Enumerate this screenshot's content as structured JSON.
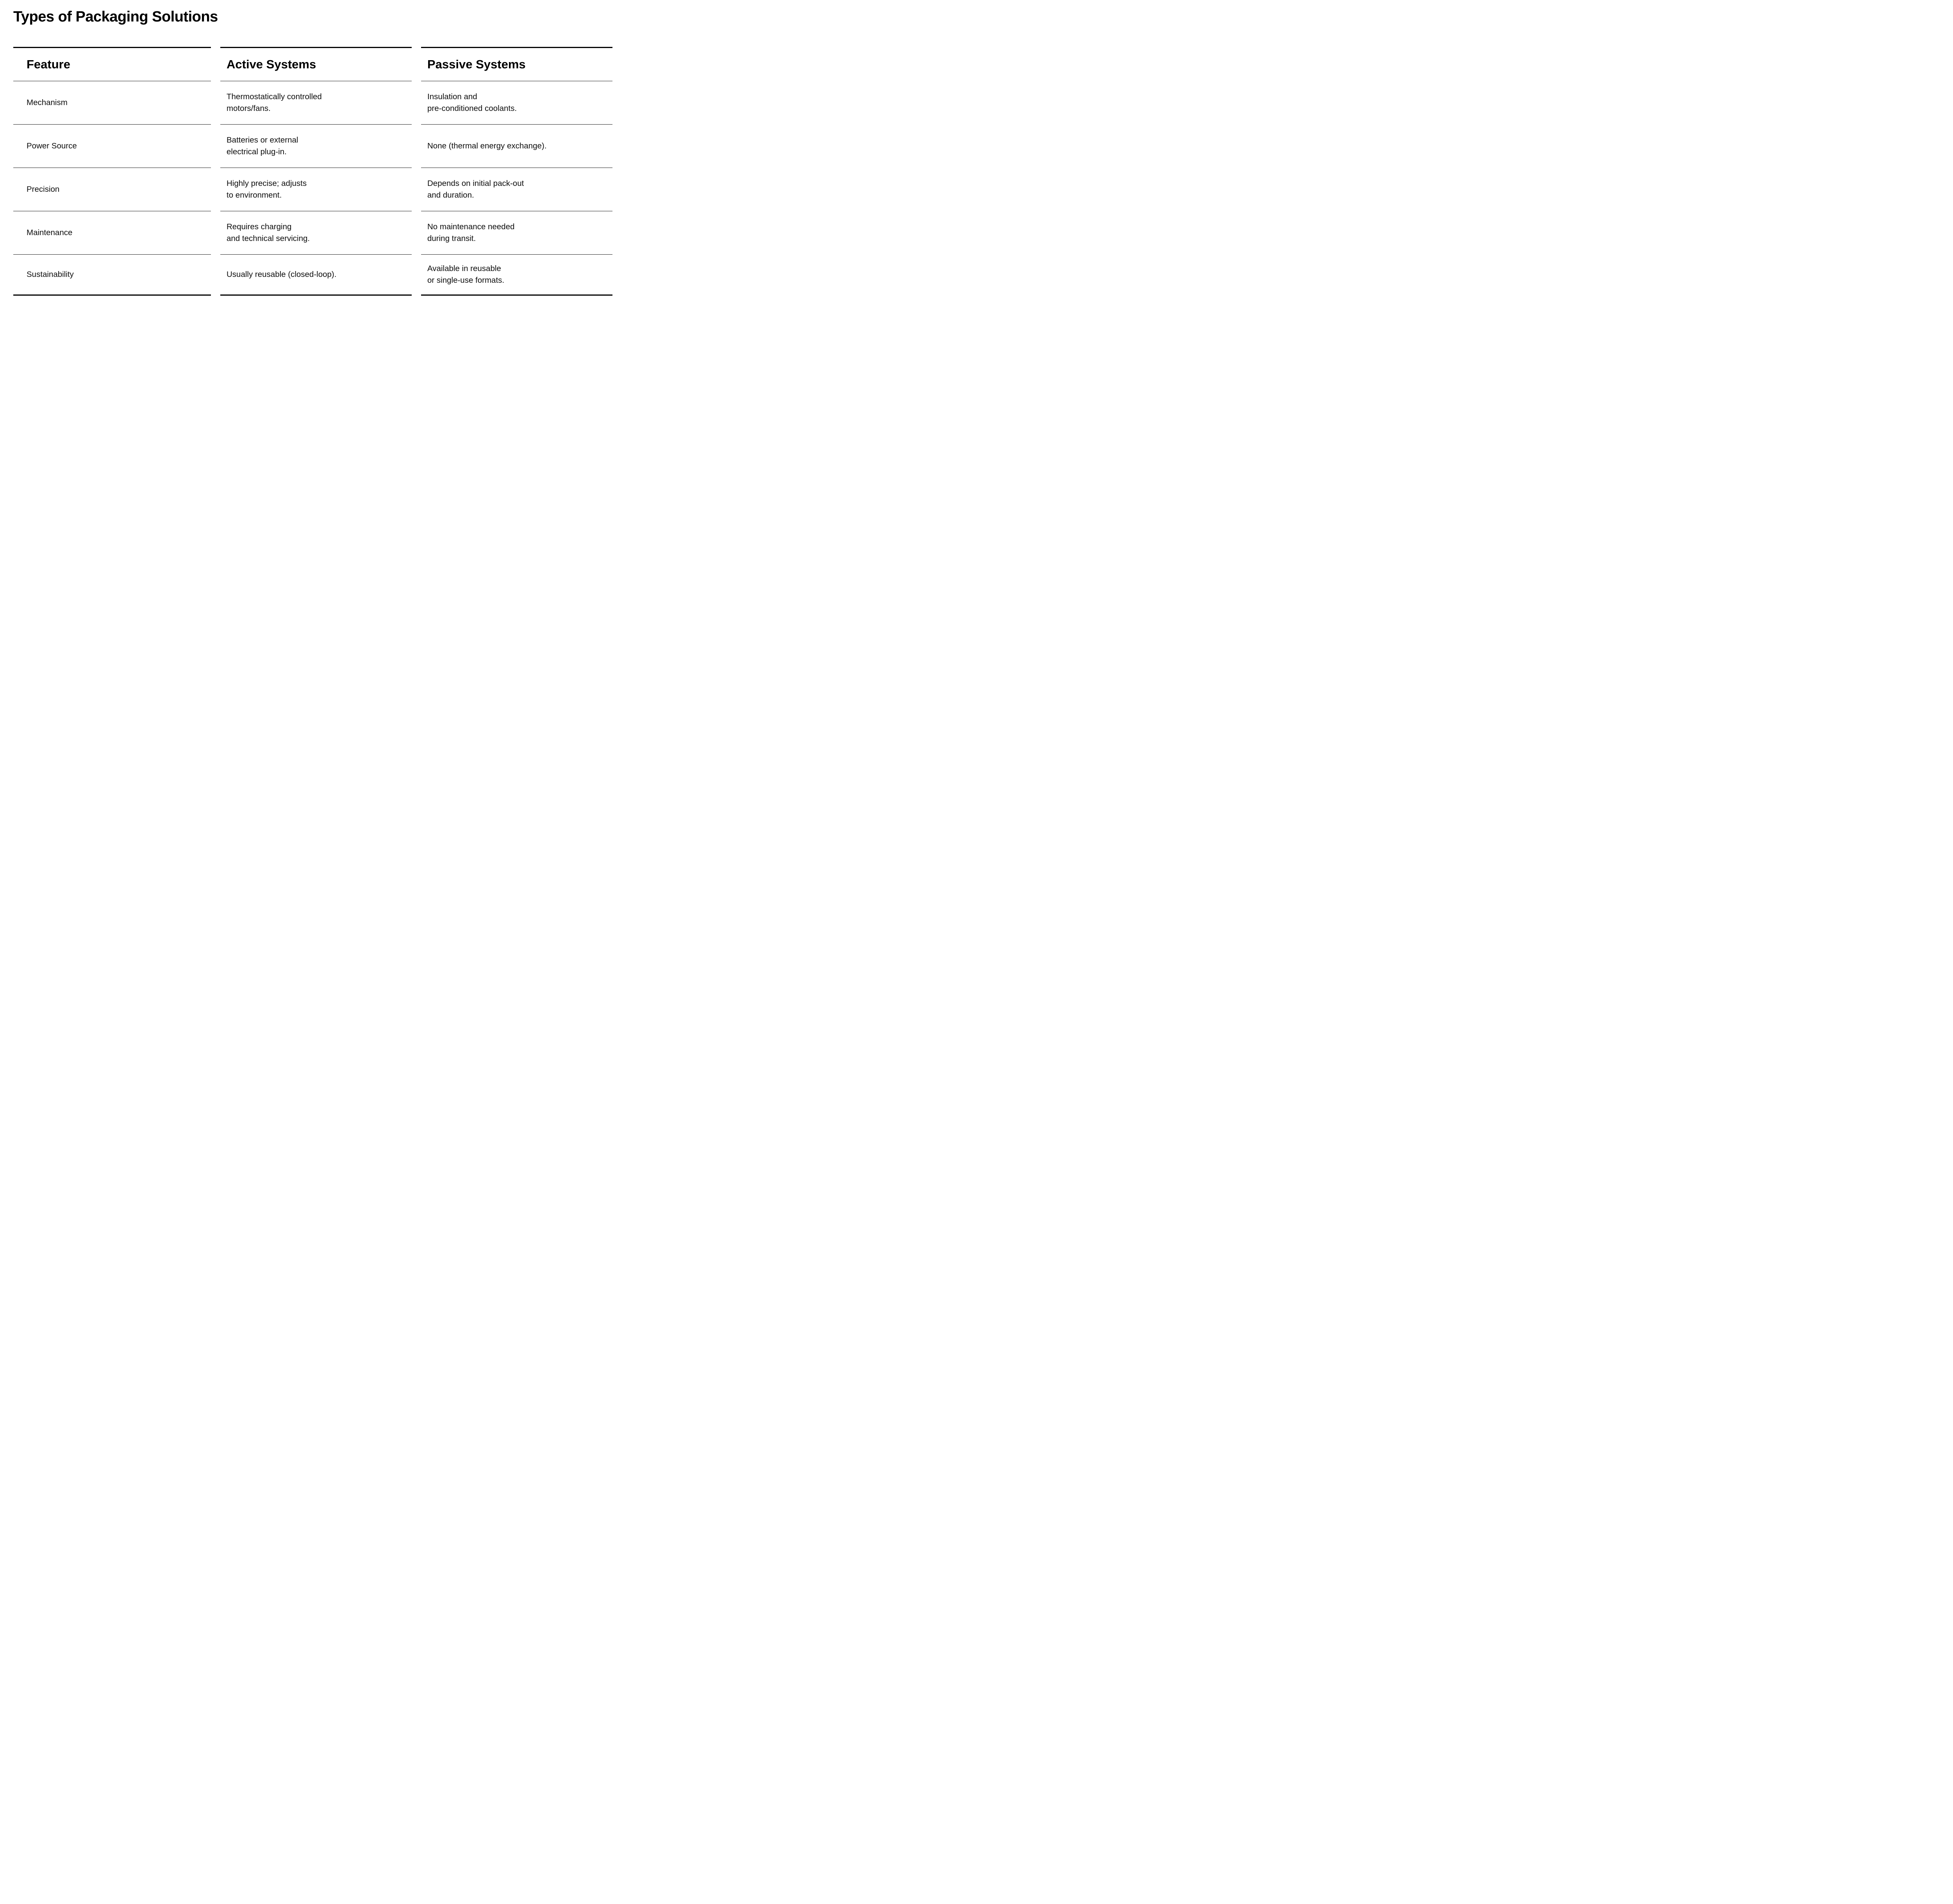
{
  "page": {
    "title": "Types of Packaging Solutions"
  },
  "table": {
    "columns": [
      "Feature",
      "Active Systems",
      "Passive Systems"
    ],
    "rows": [
      {
        "feature": "Mechanism",
        "active": "Thermostatically controlled\nmotors/fans.",
        "passive": "Insulation and\npre-conditioned coolants."
      },
      {
        "feature": "Power Source",
        "active": "Batteries or external\nelectrical plug-in.",
        "passive": "None (thermal energy exchange)."
      },
      {
        "feature": "Precision",
        "active": "Highly precise; adjusts\nto environment.",
        "passive": "Depends on initial pack-out\nand duration."
      },
      {
        "feature": "Maintenance",
        "active": "Requires charging\nand technical servicing.",
        "passive": "No maintenance needed\nduring transit."
      },
      {
        "feature": "Sustainability",
        "active": "Usually reusable (closed-loop).",
        "passive": "Available in reusable\nor single-use formats."
      }
    ]
  },
  "colors": {
    "background": "#ffffff",
    "text": "#000000",
    "thick_rule": "#000000",
    "thin_rule": "#232323"
  }
}
